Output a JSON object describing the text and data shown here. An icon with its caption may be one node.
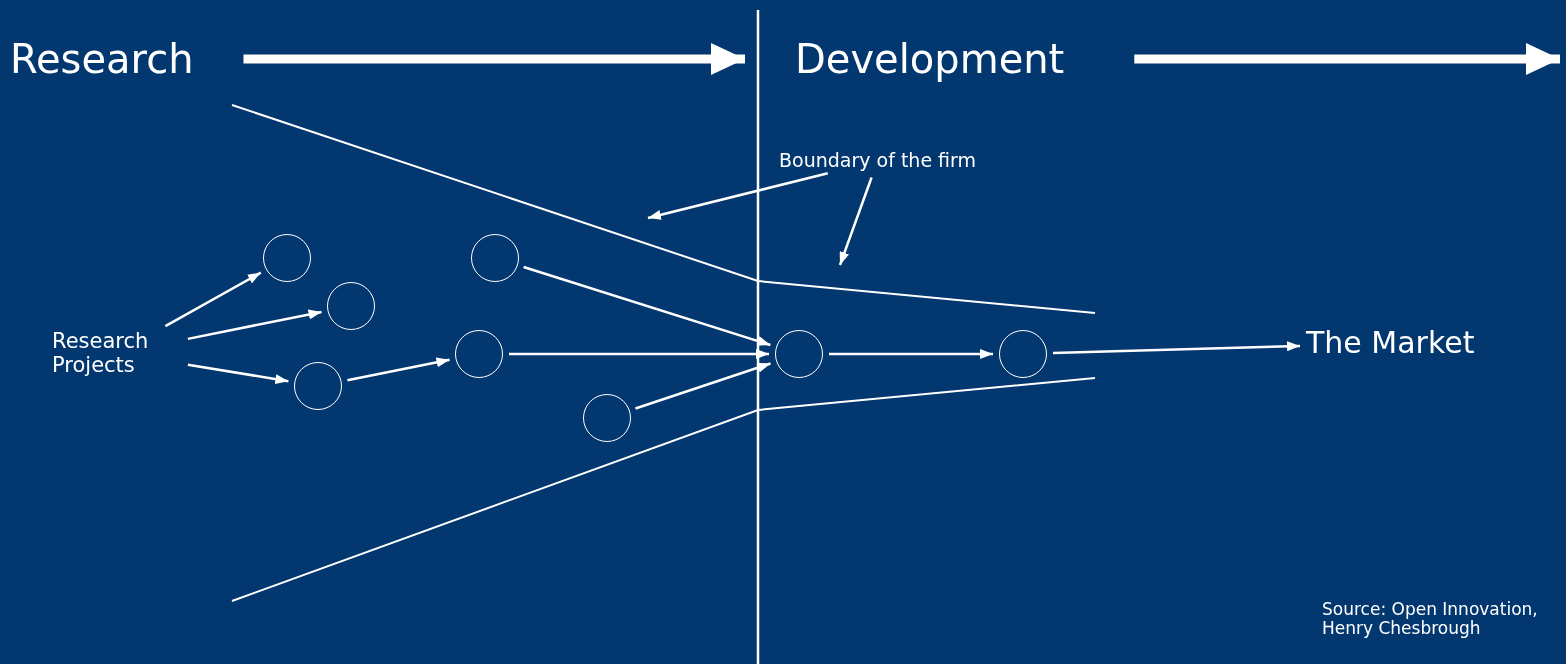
{
  "diagram": {
    "nodes": [
      {
        "text": [
          "Research"
        ]
      },
      {
        "text": [
          "Development"
        ]
      },
      {
        "text": [
          "Research Projects"
        ]
      },
      {
        "text": [],
        "shape": "circle"
      },
      {
        "text": [],
        "shape": "circle"
      },
      {
        "text": [],
        "shape": "circle"
      },
      {
        "text": [],
        "shape": "circle"
      },
      {
        "text": [],
        "shape": "circle"
      },
      {
        "text": [],
        "shape": "circle"
      },
      {
        "text": [],
        "shape": "circle"
      },
      {
        "text": [],
        "shape": "circle"
      },
      {
        "text": [
          "The Market"
        ]
      },
      {
        "text": [
          "Boundary of the firm"
        ]
      }
    ],
    "edges": [
      {
        "from": 0,
        "to": 1,
        "arrow": "to",
        "style": "thick"
      },
      {
        "from": 1,
        "to": null,
        "arrow": "to",
        "style": "thick"
      },
      {
        "from": 2,
        "to": 3,
        "arrow": "to"
      },
      {
        "from": 2,
        "to": 4,
        "arrow": "to"
      },
      {
        "from": 2,
        "to": 5,
        "arrow": "to"
      },
      {
        "from": 5,
        "to": 7,
        "arrow": "to"
      },
      {
        "from": 6,
        "to": 9,
        "arrow": "to"
      },
      {
        "from": 7,
        "to": 9,
        "arrow": "to"
      },
      {
        "from": 8,
        "to": 9,
        "arrow": "to"
      },
      {
        "from": 9,
        "to": 10,
        "arrow": "to"
      },
      {
        "from": 10,
        "to": 11,
        "arrow": "to"
      },
      {
        "from": 12,
        "to": null,
        "arrow": "to"
      },
      {
        "from": 12,
        "to": null,
        "arrow": "to"
      }
    ],
    "labels": [
      "Source: Open Innovation, Henry Chesbrough"
    ]
  }
}
